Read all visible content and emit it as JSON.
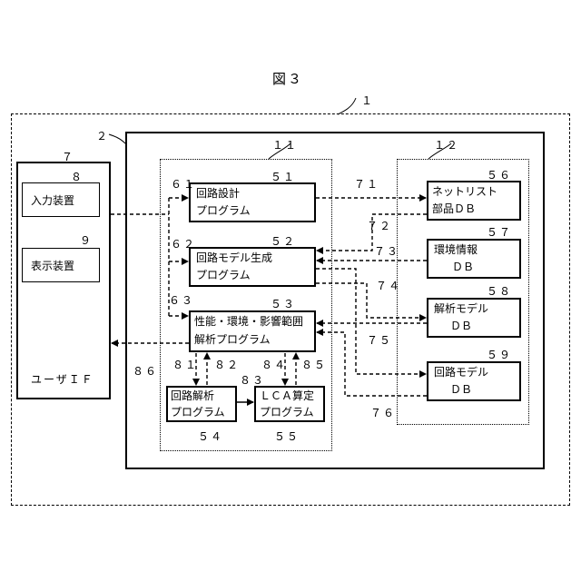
{
  "figure": {
    "title": "図３"
  },
  "refs": {
    "r1": "１",
    "r2": "２",
    "r7": "７",
    "r8": "８",
    "r9": "９",
    "r11": "１１",
    "r12": "１２",
    "r51": "５１",
    "r52": "５２",
    "r53": "５３",
    "r54": "５４",
    "r55": "５５",
    "r56": "５６",
    "r57": "５７",
    "r58": "５８",
    "r59": "５９",
    "r61": "６１",
    "r62": "６２",
    "r63": "６３",
    "r71": "７１",
    "r72": "７２",
    "r73": "７３",
    "r74": "７４",
    "r75": "７５",
    "r76": "７６",
    "r81": "８１",
    "r82": "８２",
    "r83": "８３",
    "r84": "８４",
    "r85": "８５",
    "r86": "８６"
  },
  "user_if": {
    "label": "ユーザＩＦ",
    "input_device": "入力装置",
    "display_device": "表示装置"
  },
  "programs": {
    "circuit_design": [
      "回路設計",
      "プログラム"
    ],
    "model_gen": [
      "回路モデル生成",
      "プログラム"
    ],
    "perf_analysis": [
      "性能・環境・影響範囲",
      "解析プログラム"
    ],
    "circuit_analysis": [
      "回路解析",
      "プログラム"
    ],
    "lca_calc": [
      "ＬＣＡ算定",
      "プログラム"
    ]
  },
  "databases": {
    "netlist": [
      "ネットリスト",
      "部品ＤＢ"
    ],
    "env_info": [
      "環境情報",
      "ＤＢ"
    ],
    "analysis_model": [
      "解析モデル",
      "ＤＢ"
    ],
    "circuit_model": [
      "回路モデル",
      "ＤＢ"
    ]
  }
}
